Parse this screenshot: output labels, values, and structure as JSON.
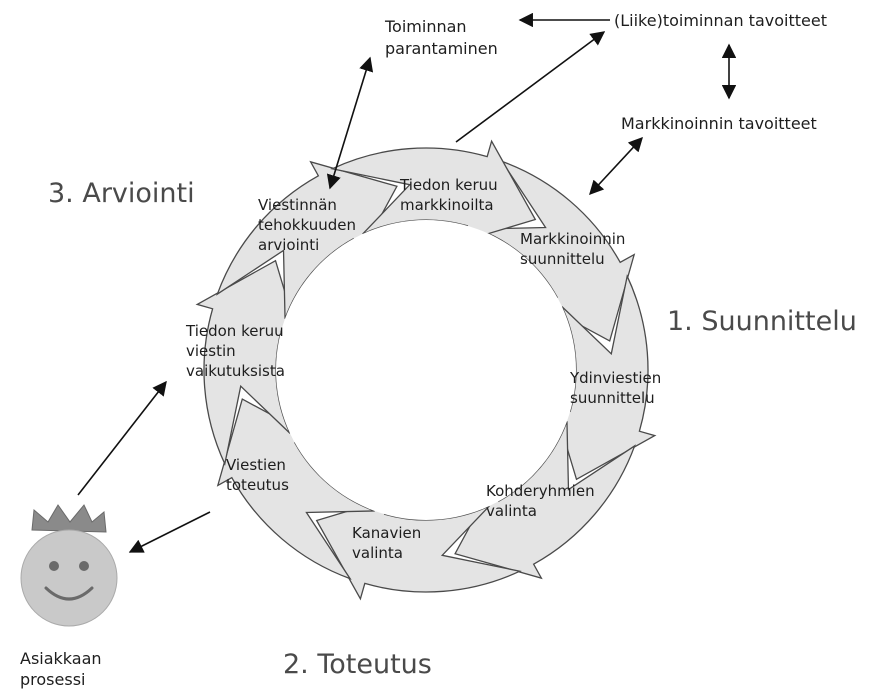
{
  "top": {
    "business_goals": "(Liike)toiminnan tavoitteet",
    "improve_line1": "Toiminnan",
    "improve_line2": "parantaminen",
    "marketing_goals": "Markkinoinnin tavoitteet"
  },
  "phases": {
    "planning": "1. Suunnittelu",
    "implementation": "2. Toteutus",
    "evaluation": "3. Arviointi"
  },
  "customer": {
    "line1": "Asiakkaan",
    "line2": "prosessi"
  },
  "cycle_steps": [
    {
      "line1": "Tiedon keruu",
      "line2": "markkinoilta",
      "line3": ""
    },
    {
      "line1": "Markkinoinnin",
      "line2": "suunnittelu",
      "line3": ""
    },
    {
      "line1": "Ydinviestien",
      "line2": "suunnittelu",
      "line3": ""
    },
    {
      "line1": "Kohderyhmien",
      "line2": "valinta",
      "line3": ""
    },
    {
      "line1": "Kanavien",
      "line2": "valinta",
      "line3": ""
    },
    {
      "line1": "Viestien",
      "line2": "toteutus",
      "line3": ""
    },
    {
      "line1": "Tiedon keruu",
      "line2": "viestin",
      "line3": "vaikutuksista"
    },
    {
      "line1": "Viestinnän",
      "line2": "tehokkuuden",
      "line3": "arviointi"
    }
  ],
  "colors": {
    "ring_fill": "#e4e4e4",
    "outline": "#4a4a4a",
    "text": "#1e1e1e",
    "face": "#c9c9c9",
    "crown": "#8a8a8a"
  }
}
